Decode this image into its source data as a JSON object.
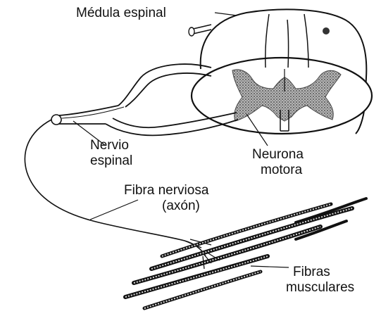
{
  "labels": {
    "spinal_cord": "Médula espinal",
    "spinal_nerve_line1": "Nervio",
    "spinal_nerve_line2": "espinal",
    "motor_neuron_line1": "Neurona",
    "motor_neuron_line2": "motora",
    "nerve_fiber_line1": "Fibra nerviosa",
    "nerve_fiber_line2": "(axón)",
    "muscle_fibers_line1": "Fibras",
    "muscle_fibers_line2": "musculares"
  },
  "colors": {
    "ink": "#111111",
    "gray_matter": "#8a8a8a",
    "background": "#ffffff"
  }
}
